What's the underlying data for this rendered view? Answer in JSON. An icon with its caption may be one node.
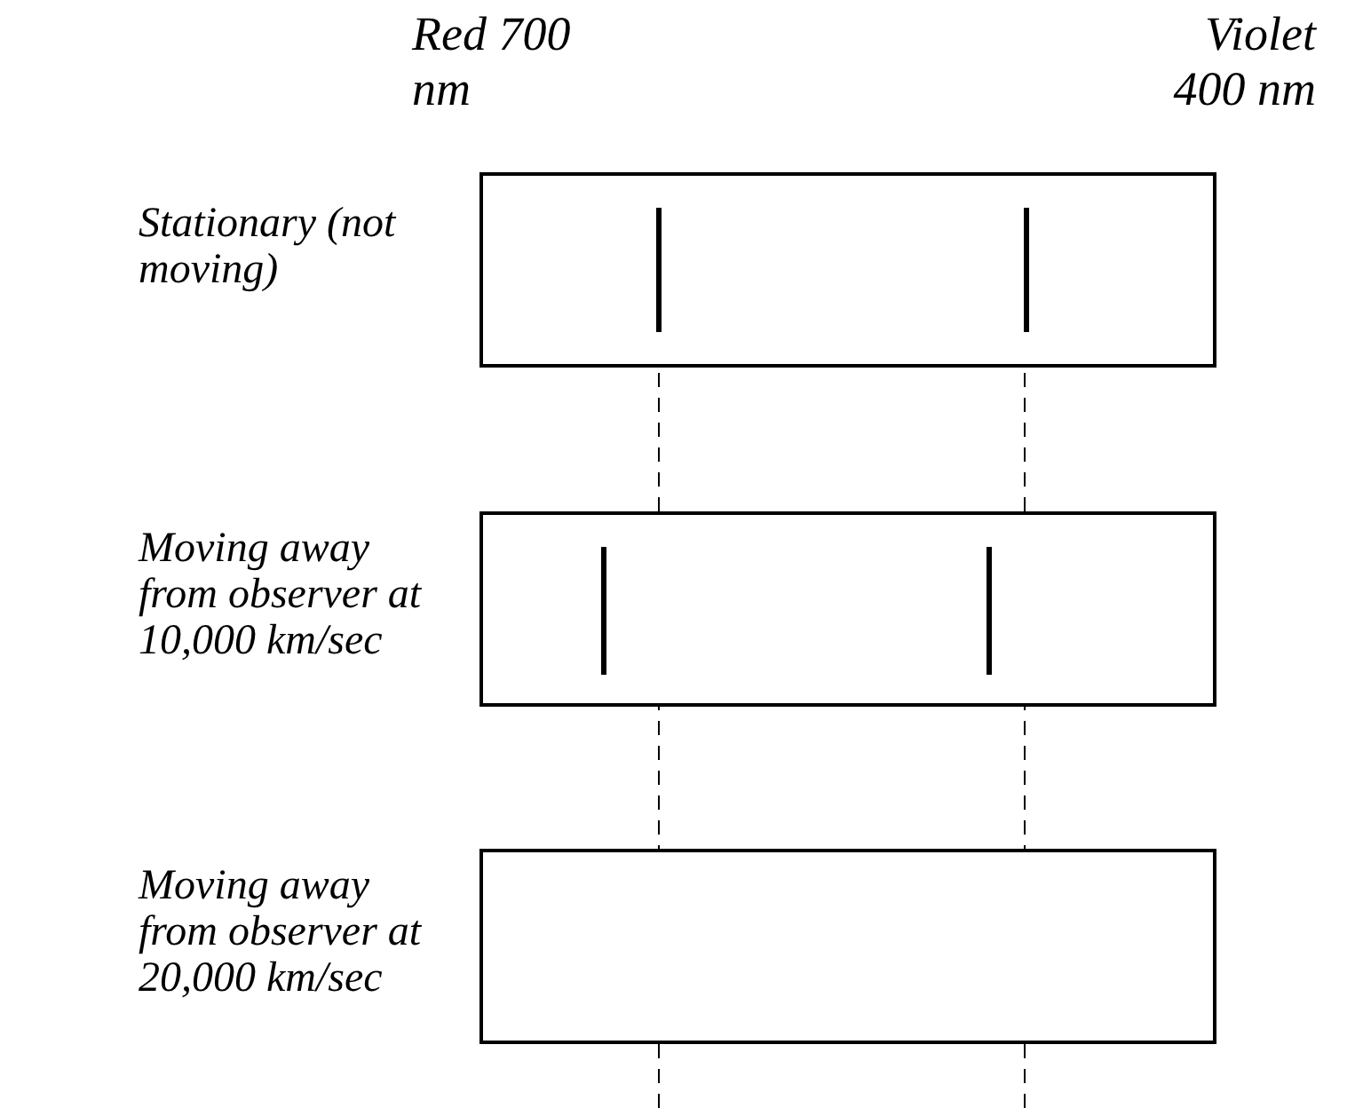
{
  "diagram": {
    "nodes": [
      {
        "text": [],
        "shape": "box",
        "beside": [
          "Stationary (not moving)"
        ]
      },
      {
        "text": [],
        "shape": "box",
        "beside": [
          "Moving away from observer at 10,000 km/sec"
        ]
      },
      {
        "text": [],
        "shape": "box",
        "beside": [
          "Moving away from observer at 20,000 km/sec"
        ]
      }
    ],
    "labels": [
      "Red 700 nm",
      "Violet 400 nm"
    ]
  }
}
